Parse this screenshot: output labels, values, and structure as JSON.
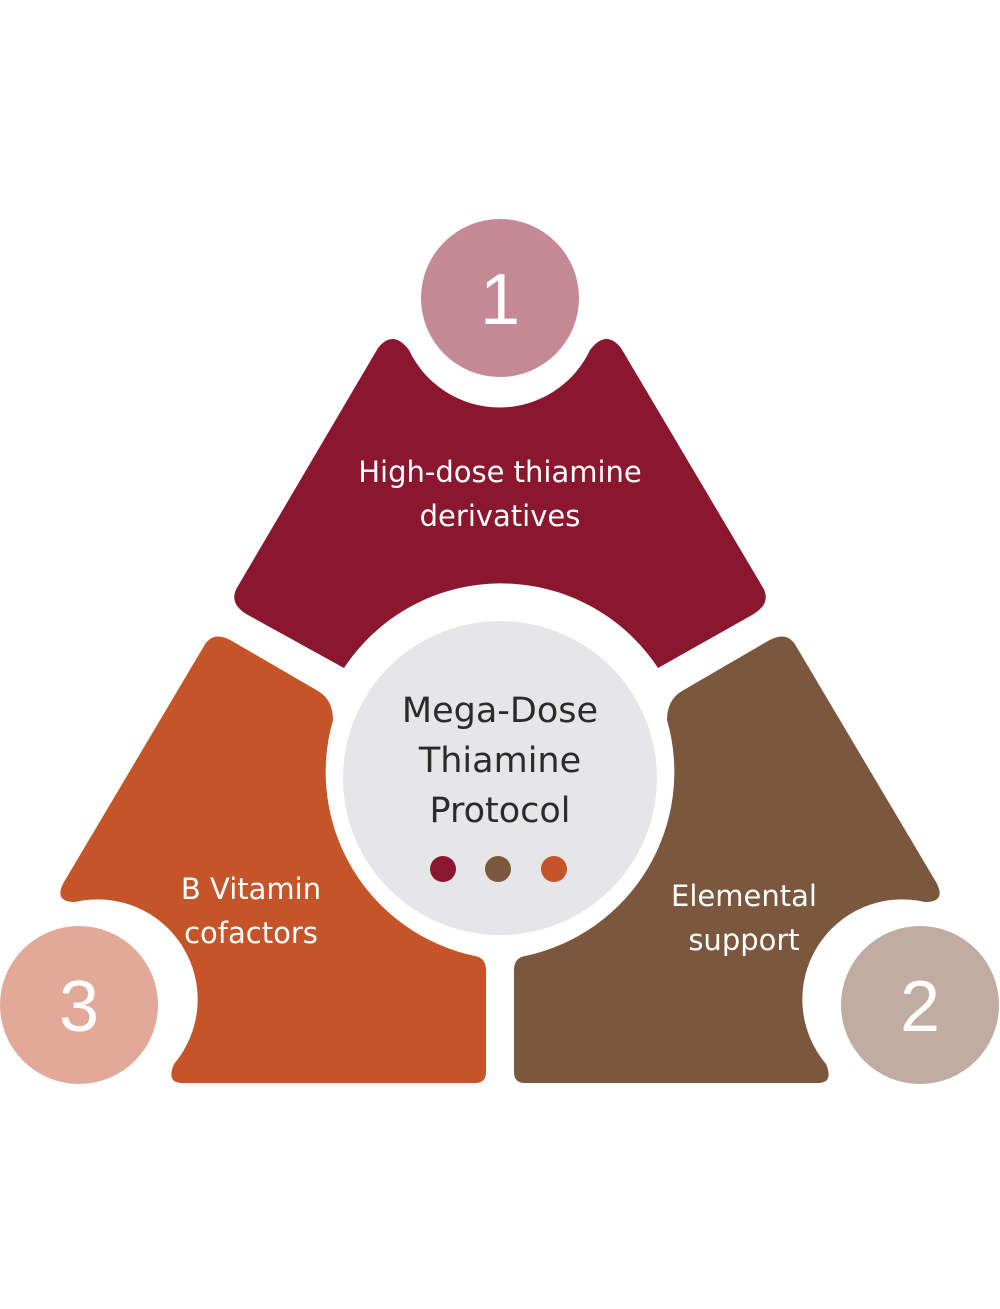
{
  "center": {
    "title_lines": [
      "Mega-Dose",
      "Thiamine",
      "Protocol"
    ]
  },
  "segments": [
    {
      "number": "1",
      "label_lines": [
        "High-dose thiamine",
        "derivatives"
      ]
    },
    {
      "number": "2",
      "label_lines": [
        "Elemental",
        "support"
      ]
    },
    {
      "number": "3",
      "label_lines": [
        "B Vitamin",
        "cofactors"
      ]
    }
  ],
  "colors": {
    "segment_1": "#8b172e",
    "segment_2": "#7a573d",
    "segment_3": "#c55428",
    "badge_1": "#c48995",
    "badge_2": "#c0aca0",
    "badge_3": "#e2a998",
    "center_fill": "#e6e5e8",
    "dot_1": "#8b172e",
    "dot_2": "#7a573d",
    "dot_3": "#c55428"
  }
}
